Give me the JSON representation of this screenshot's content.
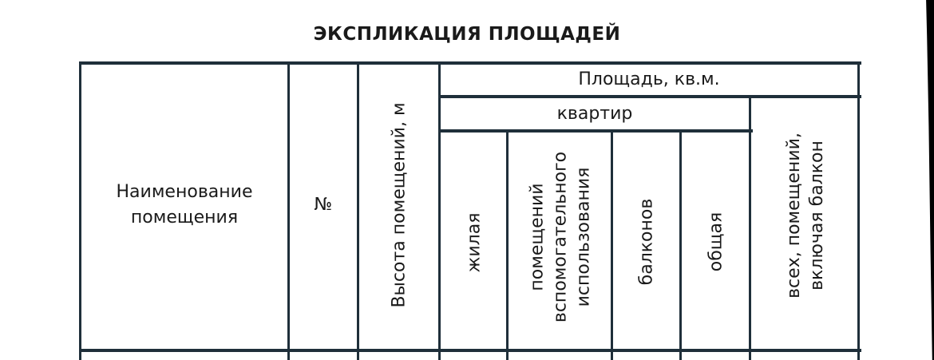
{
  "title": "ЭКСПЛИКАЦИЯ ПЛОЩАДЕЙ",
  "headers": {
    "room_name": [
      "Наименование",
      "помещения"
    ],
    "number": "№",
    "height": "Высота помещений, м",
    "area_group": "Площадь, кв.м.",
    "apartments": "квартир",
    "living": "жилая",
    "auxiliary": [
      "помещений",
      "вспомогательного",
      "использования"
    ],
    "balconies": "балконов",
    "total": "общая",
    "all_rooms": [
      "всех, помещений,",
      "включая балкон"
    ]
  }
}
